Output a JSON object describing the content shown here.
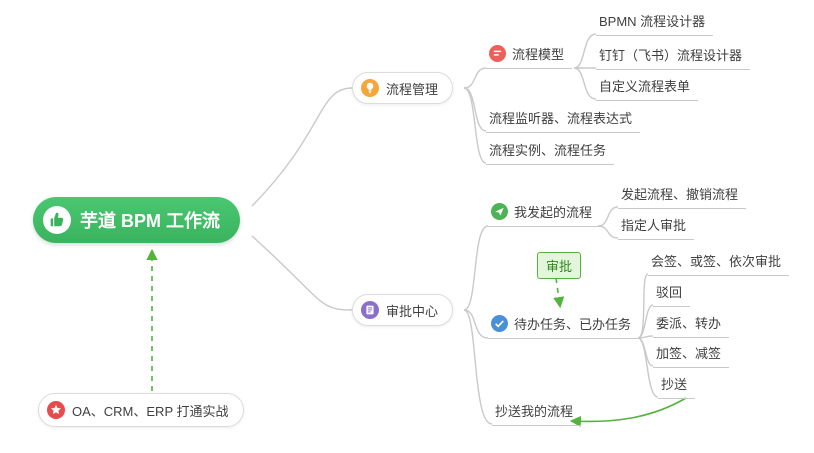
{
  "map": {
    "root": "芋道 BPM 工作流",
    "process_mgmt": "流程管理",
    "process_model": "流程模型",
    "bpmn_designer": "BPMN 流程设计器",
    "dingtalk_designer": "钉钉（飞书）流程设计器",
    "custom_form": "自定义流程表单",
    "listener_expr": "流程监听器、流程表达式",
    "instance_task": "流程实例、流程任务",
    "approval_center": "审批中心",
    "my_initiated": "我发起的流程",
    "initiate_cancel": "发起流程、撤销流程",
    "assignee": "指定人审批",
    "approval_badge": "审批",
    "todo_done": "待办任务、已办任务",
    "countersign": "会签、或签、依次审批",
    "reject": "驳回",
    "delegate": "委派、转办",
    "add_sign": "加签、减签",
    "cc": "抄送",
    "cc_my": "抄送我的流程",
    "oa_note": "OA、CRM、ERP 打通实战"
  },
  "icons": {
    "root": "thumbs-up-icon",
    "process_mgmt": "lightbulb-icon",
    "process_model": "list-icon",
    "approval_center": "document-icon",
    "my_initiated": "paper-plane-icon",
    "todo_done": "check-icon",
    "oa_note": "star-icon"
  },
  "colors": {
    "accent-green": "#52b43c",
    "root-green": "#40bd68",
    "line-gray": "#c9c9c9",
    "icon-orange": "#f5a63b",
    "icon-red": "#ec5f5a",
    "icon-purple": "#8b6fc9",
    "icon-green": "#4db356",
    "icon-blue": "#4a90d9",
    "icon-star-red": "#e64c4c"
  }
}
